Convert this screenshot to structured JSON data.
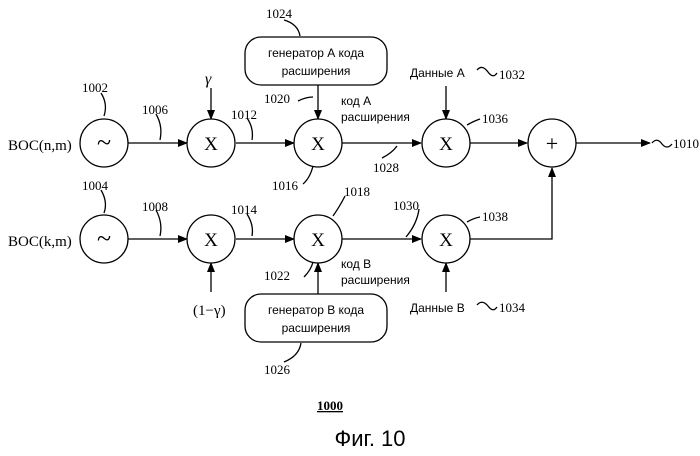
{
  "sources": {
    "top": {
      "label": "BOC(n,m)",
      "ref": "1002"
    },
    "bottom": {
      "label": "BOC(k,m)",
      "ref": "1004"
    }
  },
  "multiplier_symbol": "X",
  "adder_symbol": "+",
  "sine_symbol": "~",
  "inputs": {
    "gamma": "γ",
    "one_minus_gamma": "(1−γ)"
  },
  "generators": {
    "a": {
      "line1": "генератор А кода",
      "line2": "расширения",
      "ref": "1024"
    },
    "b": {
      "line1": "генератор В кода",
      "line2": "расширения",
      "ref": "1026"
    }
  },
  "code_labels": {
    "a": {
      "line1": "код А",
      "line2": "расширения"
    },
    "b": {
      "line1": "код В",
      "line2": "расширения"
    }
  },
  "data_labels": {
    "a": "Данные А",
    "b": "Данные В"
  },
  "refs": {
    "r1006": "1006",
    "r1008": "1008",
    "r1010": "1010",
    "r1012": "1012",
    "r1014": "1014",
    "r1016": "1016",
    "r1018": "1018",
    "r1020": "1020",
    "r1022": "1022",
    "r1028": "1028",
    "r1030": "1030",
    "r1032": "1032",
    "r1034": "1034",
    "r1036": "1036",
    "r1038": "1038"
  },
  "figure_number": "1000",
  "caption": "Фиг. 10"
}
